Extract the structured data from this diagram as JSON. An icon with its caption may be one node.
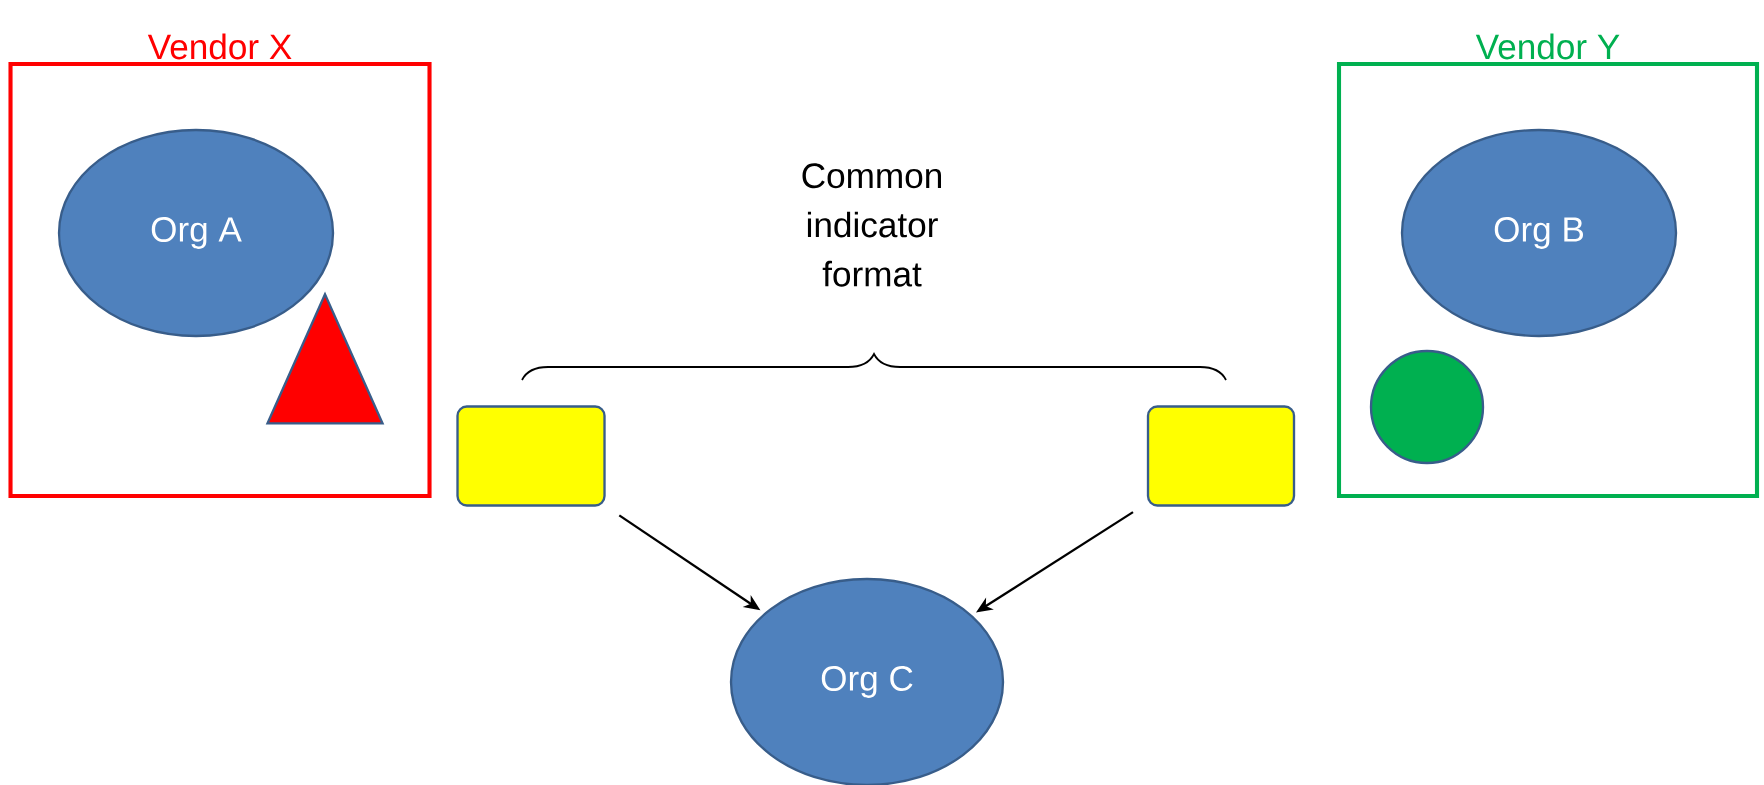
{
  "diagram": {
    "nodes": [
      {
        "text": [
          "Vendor X"
        ]
      },
      {
        "text": [
          "Org A"
        ],
        "in": 0
      },
      {
        "text": [],
        "shape": "triangle",
        "in": 0
      },
      {
        "text": [
          "Vendor Y"
        ]
      },
      {
        "text": [
          "Org B"
        ],
        "in": 3
      },
      {
        "text": [],
        "shape": "circle",
        "in": 3
      },
      {
        "text": [],
        "shape": "box"
      },
      {
        "text": [],
        "shape": "box"
      },
      {
        "text": [
          "Org C"
        ]
      }
    ],
    "edges": [
      {
        "from": 6,
        "to": 8,
        "arrow": "to"
      },
      {
        "from": 7,
        "to": 8,
        "arrow": "to"
      }
    ],
    "labels": [
      "Common indicator format"
    ]
  }
}
